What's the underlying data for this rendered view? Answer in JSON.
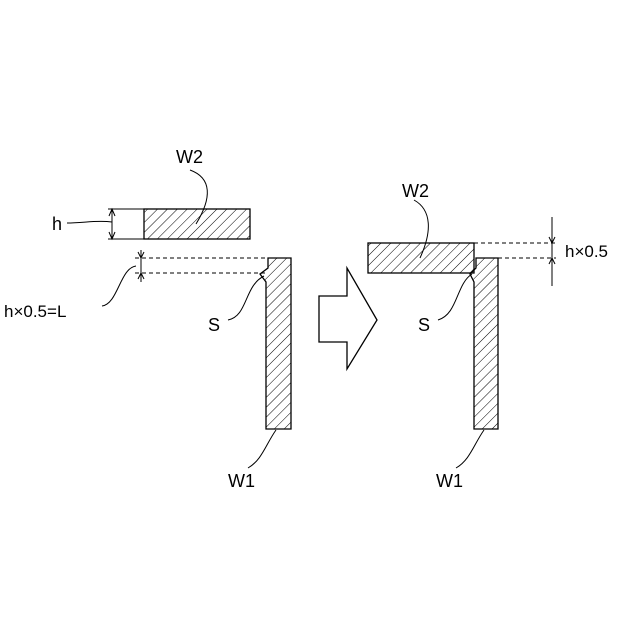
{
  "left": {
    "w2_label": "W2",
    "h_label": "h",
    "gap_label": "h×0.5=L",
    "s_label": "S",
    "w1_label": "W1"
  },
  "right": {
    "w2_label": "W2",
    "offset_label": "h×0.5",
    "s_label": "S",
    "w1_label": "W1"
  }
}
